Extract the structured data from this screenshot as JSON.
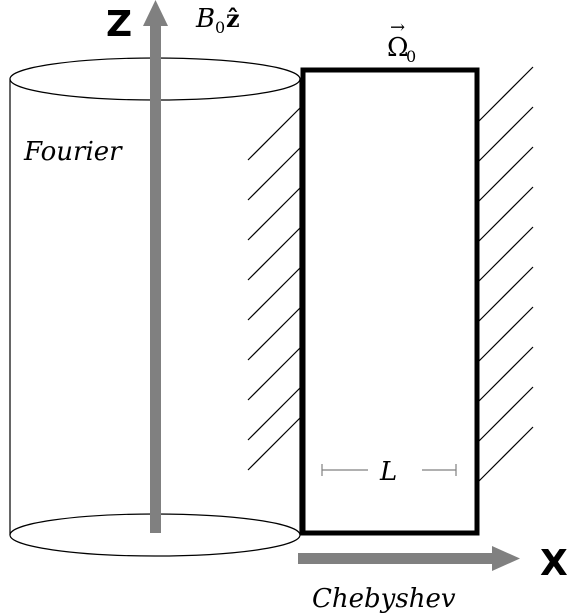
{
  "labels": {
    "z_axis": "Z",
    "x_axis": "X",
    "field": "B",
    "field_sub": "0",
    "field_vec": "ẑ",
    "rotation": "Ω",
    "rotation_sub": "0",
    "rotation_arrow": "→",
    "fourier": "Fourier",
    "chebyshev": "Chebyshev",
    "length": "L"
  },
  "colors": {
    "axis_arrow": "#808080",
    "box_border": "#000000",
    "cylinder_stroke": "#000000",
    "hatch": "#000000",
    "length_marker": "#808080"
  }
}
